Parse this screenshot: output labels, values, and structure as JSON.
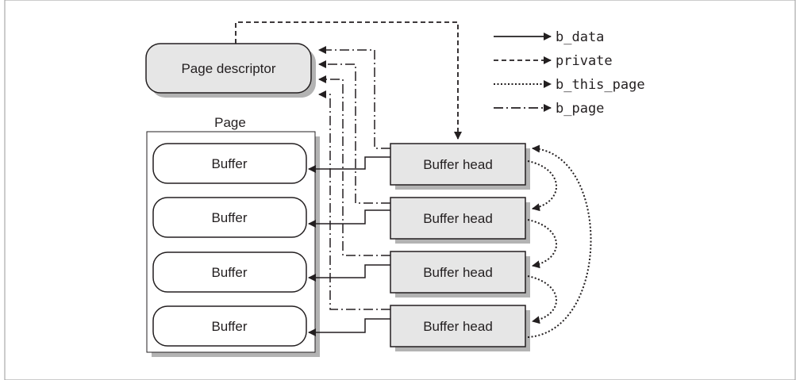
{
  "diagram": {
    "page_descriptor_label": "Page descriptor",
    "page_label": "Page",
    "buffers": [
      "Buffer",
      "Buffer",
      "Buffer",
      "Buffer"
    ],
    "buffer_heads": [
      "Buffer head",
      "Buffer head",
      "Buffer head",
      "Buffer head"
    ]
  },
  "legend": {
    "items": [
      {
        "label": "b_data",
        "style": "solid"
      },
      {
        "label": "private",
        "style": "dashed"
      },
      {
        "label": "b_this_page",
        "style": "dotted"
      },
      {
        "label": "b_page",
        "style": "dash-dot"
      }
    ]
  },
  "colors": {
    "box_fill": "#e6e6e6",
    "line": "#231f20",
    "shadow": "#b3b3b3",
    "frame": "#999999"
  }
}
